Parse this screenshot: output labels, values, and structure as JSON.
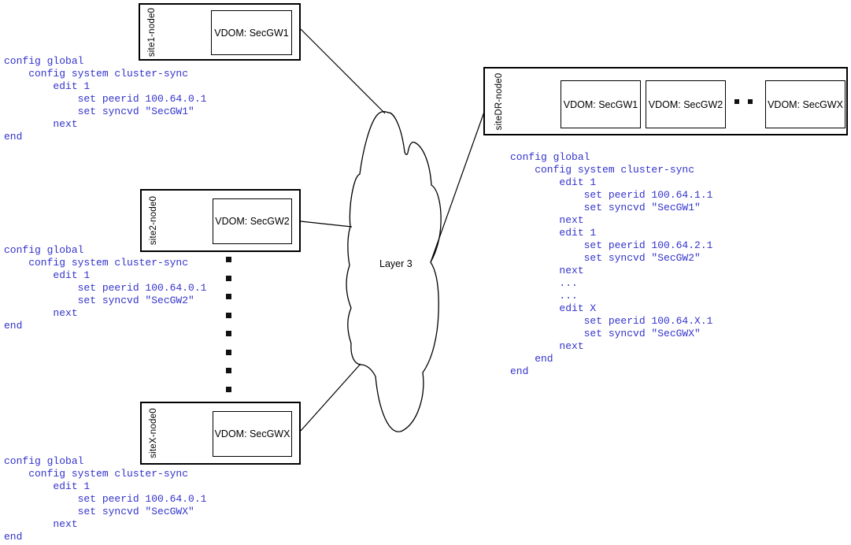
{
  "colors": {
    "code_text": "#3333CC",
    "diagram_line": "#000000",
    "background": "#FFFFFF"
  },
  "cloud": {
    "label": "Layer 3"
  },
  "sites": [
    {
      "node_label": "site1-node0",
      "vdoms": [
        "VDOM: SecGW1"
      ],
      "config": "config global\n    config system cluster-sync\n        edit 1\n            set peerid 100.64.0.1\n            set syncvd \"SecGW1\"\n        next\nend"
    },
    {
      "node_label": "site2-node0",
      "vdoms": [
        "VDOM: SecGW2"
      ],
      "config": "config global\n    config system cluster-sync\n        edit 1\n            set peerid 100.64.0.1\n            set syncvd \"SecGW2\"\n        next\nend"
    },
    {
      "node_label": "siteX-node0",
      "vdoms": [
        "VDOM: SecGWX"
      ],
      "config": "config global\n    config system cluster-sync\n        edit 1\n            set peerid 100.64.0.1\n            set syncvd \"SecGWX\"\n        next\nend"
    },
    {
      "node_label": "siteDR-node0",
      "vdoms": [
        "VDOM: SecGW1",
        "VDOM: SecGW2",
        "VDOM: SecGWX"
      ],
      "config": "config global\n    config system cluster-sync\n        edit 1\n            set peerid 100.64.1.1\n            set syncvd \"SecGW1\"\n        next\n        edit 1\n            set peerid 100.64.2.1\n            set syncvd \"SecGW2\"\n        next\n        ...\n        ...\n        edit X\n            set peerid 100.64.X.1\n            set syncvd \"SecGWX\"\n        next\n    end\nend"
    }
  ]
}
